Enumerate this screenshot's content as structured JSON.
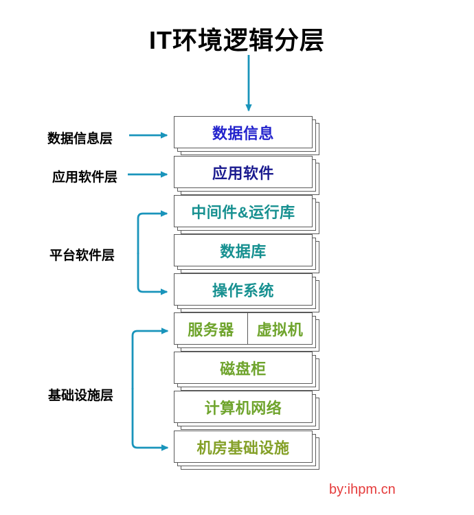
{
  "title": "IT环境逻辑分层",
  "credit": "by:ihpm.cn",
  "colors": {
    "arrow": "#1994BB",
    "box_border": "#5a5a5a",
    "title": "#000000",
    "side_label": "#000000",
    "credit": "#E53B3B",
    "blue": "#2222CC",
    "navy": "#1B1B8F",
    "teal": "#169090",
    "green": "#6FA42D",
    "olive": "#84A028"
  },
  "side_labels": [
    {
      "text": "数据信息层",
      "connector": "arrow"
    },
    {
      "text": "应用软件层",
      "connector": "arrow"
    },
    {
      "text": "平台软件层",
      "connector": "bracket"
    },
    {
      "text": "基础设施层",
      "connector": "bracket"
    }
  ],
  "boxes": [
    {
      "name": "box-data-info",
      "label": "数据信息",
      "color": "#2222CC"
    },
    {
      "name": "box-app-software",
      "label": "应用软件",
      "color": "#1B1B8F"
    },
    {
      "name": "box-middleware-runtime",
      "label": "中间件&运行库",
      "color": "#169090"
    },
    {
      "name": "box-database",
      "label": "数据库",
      "color": "#169090"
    },
    {
      "name": "box-operating-system",
      "label": "操作系统",
      "color": "#169090"
    },
    {
      "name": "box-server-vm",
      "split": true,
      "labels": [
        "服务器",
        "虚拟机"
      ],
      "color": "#6FA42D"
    },
    {
      "name": "box-disk-array",
      "label": "磁盘柜",
      "color": "#6FA42D"
    },
    {
      "name": "box-computer-network",
      "label": "计算机网络",
      "color": "#6FA42D"
    },
    {
      "name": "box-datacenter-facility",
      "label": "机房基础设施",
      "color": "#84A028"
    }
  ]
}
